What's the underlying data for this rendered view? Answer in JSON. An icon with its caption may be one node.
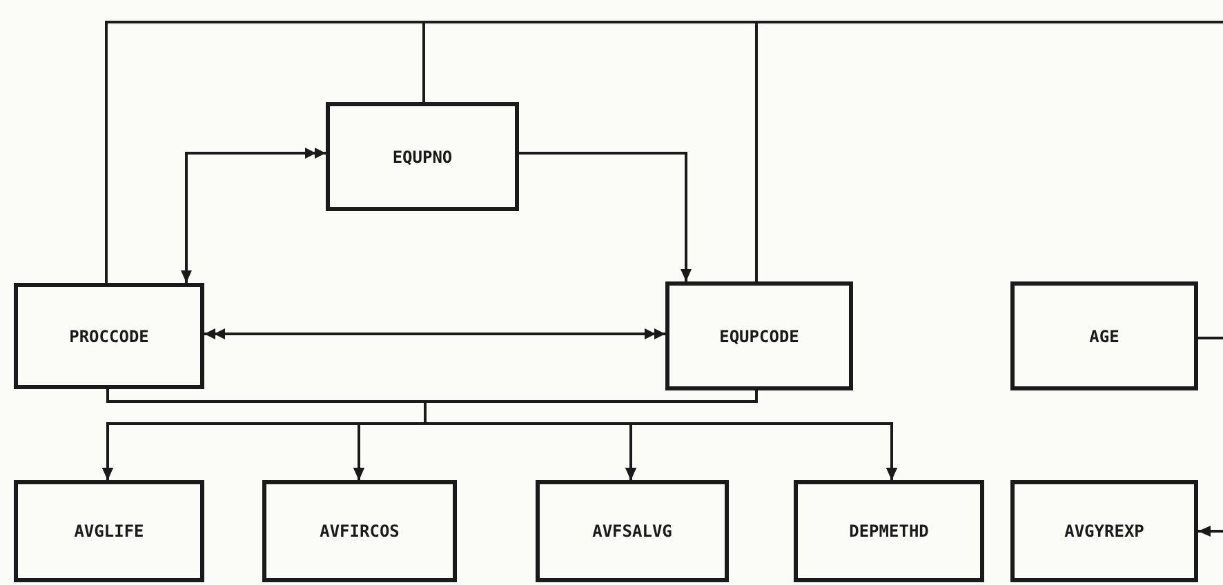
{
  "diagram": {
    "nodes": [
      {
        "text": [
          "EQUPNO"
        ]
      },
      {
        "text": [
          "PROCCODE"
        ]
      },
      {
        "text": [
          "EQUPCODE"
        ]
      },
      {
        "text": [
          "AGE"
        ]
      },
      {
        "text": [
          "AVGLIFE"
        ]
      },
      {
        "text": [
          "AVFIRCOS"
        ]
      },
      {
        "text": [
          "AVFSALVG"
        ]
      },
      {
        "text": [
          "DEPMETHD"
        ]
      },
      {
        "text": [
          "AVGYREXP"
        ]
      }
    ],
    "edges": [
      {
        "from": 1,
        "to": 0,
        "arrow": "both"
      },
      {
        "from": 0,
        "to": 2,
        "arrow": "to"
      },
      {
        "from": 1,
        "to": 2,
        "arrow": "both"
      },
      {
        "from": 1,
        "to": 4,
        "arrow": "to"
      },
      {
        "from": 1,
        "to": 5,
        "arrow": "to"
      },
      {
        "from": 1,
        "to": 6,
        "arrow": "to"
      },
      {
        "from": 1,
        "to": 7,
        "arrow": "to"
      },
      {
        "from": 2,
        "to": 4,
        "arrow": "to"
      },
      {
        "from": 2,
        "to": 5,
        "arrow": "to"
      },
      {
        "from": 2,
        "to": 6,
        "arrow": "to"
      },
      {
        "from": 2,
        "to": 7,
        "arrow": "to"
      },
      {
        "from": 1,
        "to": null,
        "arrow": "none"
      },
      {
        "from": 0,
        "to": null,
        "arrow": "none"
      },
      {
        "from": 2,
        "to": null,
        "arrow": "none"
      },
      {
        "from": 3,
        "to": null,
        "arrow": "none"
      },
      {
        "from": null,
        "to": 8,
        "arrow": "to"
      }
    ]
  }
}
